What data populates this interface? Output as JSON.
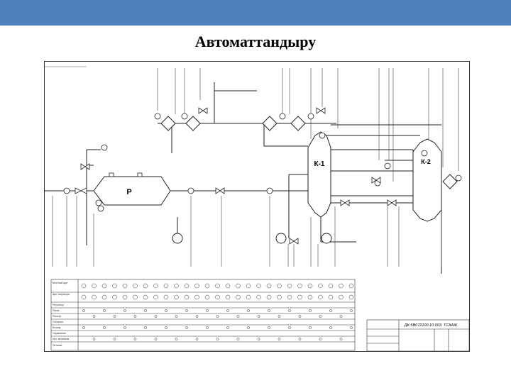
{
  "slide": {
    "title": "Автоматтандыру",
    "accent_color": "#4f81bd"
  },
  "diagram": {
    "vessel_labels": [
      "P",
      "К-1",
      "К-2"
    ],
    "stamp_code": "ДК 5В072100.10.003. ТСКАЖ",
    "legend_rows": [
      "Местный щит",
      "Щит оператора",
      "Регулятор",
      "Показ.",
      "Регистр.",
      "Сигнализ.",
      "Блокир.",
      "Управление",
      "Исп. механизм",
      "Питание"
    ]
  }
}
